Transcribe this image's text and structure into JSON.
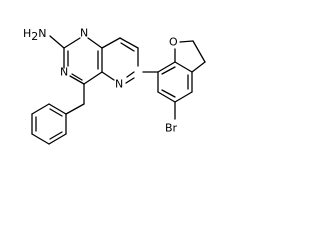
{
  "structure": {
    "atoms": {
      "amine": {
        "main": "H",
        "subscript": "2",
        "element": "N"
      },
      "ring_n_top": "N",
      "ring_n_left": "N",
      "ring_n_bridge": "N",
      "furan_o": "O",
      "bromo": "Br"
    },
    "colors": {
      "bond": "#000000",
      "label": "#000000",
      "background": "#ffffff"
    }
  }
}
